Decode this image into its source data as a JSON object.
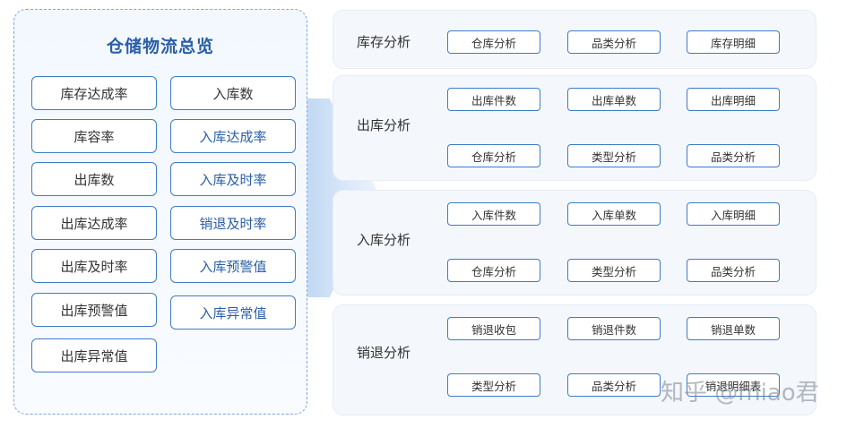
{
  "overview": {
    "title": "仓储物流总览",
    "metrics_left": [
      "库存达成率",
      "库容率",
      "出库数",
      "出库达成率",
      "出库及时率",
      "出库预警值",
      "出库异常值"
    ],
    "metrics_right": [
      "入库数",
      "入库达成率",
      "入库及时率",
      "销退及时率",
      "入库预警值",
      "入库异常值"
    ]
  },
  "sections": [
    {
      "label": "库存分析",
      "rows": [
        [
          "仓库分析",
          "品类分析",
          "库存明细"
        ]
      ]
    },
    {
      "label": "出库分析",
      "rows": [
        [
          "出库件数",
          "出库单数",
          "出库明细"
        ],
        [
          "仓库分析",
          "类型分析",
          "品类分析"
        ]
      ]
    },
    {
      "label": "入库分析",
      "rows": [
        [
          "入库件数",
          "入库单数",
          "入库明细"
        ],
        [
          "仓库分析",
          "类型分析",
          "品类分析"
        ]
      ]
    },
    {
      "label": "销退分析",
      "rows": [
        [
          "销退收包",
          "销退件数",
          "销退单数"
        ],
        [
          "类型分析",
          "品类分析",
          "销退明细表"
        ]
      ]
    }
  ],
  "watermark": "知乎 @miao君",
  "colors": {
    "accent": "#3f7cc6",
    "title": "#2a5ea8",
    "panel_bg": "#f4f7fc"
  }
}
